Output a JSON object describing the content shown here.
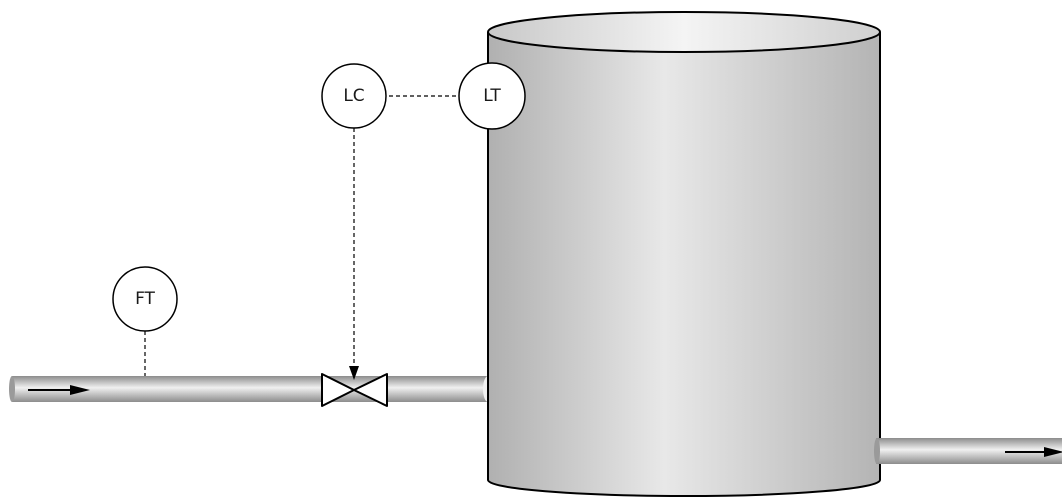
{
  "instruments": {
    "level_controller": {
      "tag": "LC"
    },
    "level_transmitter": {
      "tag": "LT"
    },
    "flow_transmitter": {
      "tag": "FT"
    }
  },
  "equipment": {
    "tank": {
      "shape": "vertical cylinder",
      "fill": "gray gradient"
    },
    "control_valve": {
      "symbol": "bowtie"
    },
    "inlet_pipe": {
      "flow_direction": "right"
    },
    "outlet_pipe": {
      "flow_direction": "right"
    }
  },
  "signals": [
    {
      "from": "LT",
      "to": "LC",
      "style": "dashed"
    },
    {
      "from": "LC",
      "to": "control_valve",
      "style": "dashed",
      "arrow": true
    },
    {
      "from": "FT",
      "to": "inlet_pipe",
      "style": "dashed"
    }
  ],
  "colors": {
    "line": "#000000",
    "pipe_dark": "#8c8c8c",
    "pipe_light": "#eeeeee",
    "tank_dark": "#b4b4b4",
    "tank_light": "#eaeaea"
  }
}
